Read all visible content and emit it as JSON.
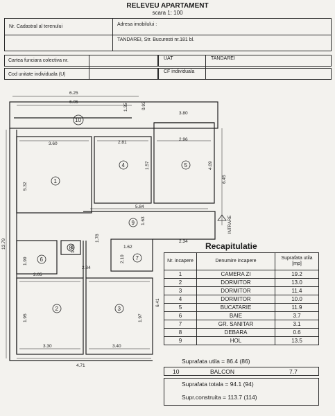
{
  "header": {
    "title": "RELEVEU APARTAMENT",
    "scale": "scara 1: 100",
    "cadastral_label": "Nr. Cadastral al terenului",
    "address_label": "Adresa imobilului :",
    "address_value": "TANDAREI, Str. Bucuresti nr.181 bl.",
    "cf_collective_label": "Cartea funciara colectiva nr.",
    "uat_label": "UAT",
    "uat_value": "TANDAREI",
    "unit_code_label": "Cod unitate individuala (U)",
    "cf_individual_label": "CF individuala"
  },
  "plan": {
    "dimensions": [
      "6.25",
      "6.05",
      "1.35",
      "0.93",
      "3.80",
      "3.60",
      "2.81",
      "2.96",
      "5.32",
      "1.57",
      "4.09",
      "6.45",
      "5.84",
      "1.63",
      "1.78",
      "2.34",
      "1.99",
      "2.05",
      "1.85",
      "1.95",
      "2.10",
      "1.62",
      "3.30",
      "3.40",
      "4.71",
      "6.41",
      "1.97",
      "13.79",
      "2.34"
    ],
    "room_numbers": [
      "1",
      "2",
      "3",
      "4",
      "5",
      "6",
      "7",
      "8",
      "9",
      "10"
    ],
    "entrance_label": "INTRARE"
  },
  "recap": {
    "title": "Recapitulatie",
    "col_nr": "Nr. incapere",
    "col_name": "Denumire incapere",
    "col_area": "Suprafata utila [mp]",
    "rows": [
      {
        "nr": "1",
        "name": "CAMERA ZI",
        "area": "19.2"
      },
      {
        "nr": "2",
        "name": "DORMITOR",
        "area": "13.0"
      },
      {
        "nr": "3",
        "name": "DORMITOR",
        "area": "11.4"
      },
      {
        "nr": "4",
        "name": "DORMITOR",
        "area": "10.0"
      },
      {
        "nr": "5",
        "name": "BUCATARIE",
        "area": "11.9"
      },
      {
        "nr": "6",
        "name": "BAIE",
        "area": "3.7"
      },
      {
        "nr": "7",
        "name": "GR. SANITAR",
        "area": "3.1"
      },
      {
        "nr": "8",
        "name": "DEBARA",
        "area": "0.6"
      },
      {
        "nr": "9",
        "name": "HOL",
        "area": "13.5"
      }
    ],
    "useful_area_label": "Suprafata utila = 86.4 (86)",
    "balcony": {
      "nr": "10",
      "name": "BALCON",
      "area": "7.7"
    },
    "total_area_label": "Suprafata totala = 94.1 (94)",
    "built_area_label": "Supr.construita = 113.7 (114)"
  }
}
